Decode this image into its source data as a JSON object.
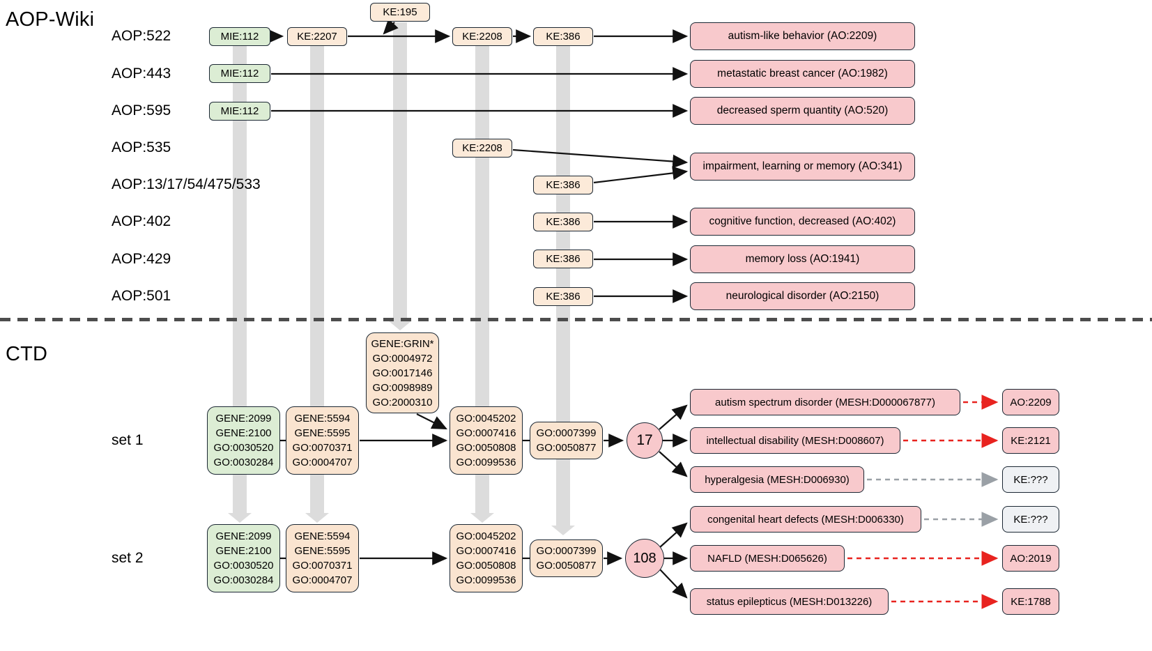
{
  "titles": {
    "top": "AOP-Wiki",
    "bottom": "CTD"
  },
  "colors": {
    "mie-green": "#dcedd4",
    "ke-cream": "#fcead9",
    "set-cream": "#fae4d0",
    "ao-pink": "#f8c9cc",
    "unknown-fill": "#eff1f4",
    "band-gray": "#dcdcdc",
    "link-red": "#e8231f",
    "link-gray": "#9aa0a6",
    "border-dark": "#1b2733"
  },
  "aop": {
    "row_labels": [
      "AOP:522",
      "AOP:443",
      "AOP:595",
      "AOP:535",
      "AOP:13/17/54/475/533",
      "AOP:402",
      "AOP:429",
      "AOP:501"
    ],
    "ke_top": "KE:195",
    "rows": [
      {
        "nodes": [
          "MIE:112",
          "KE:2207",
          "KE:2208",
          "KE:386"
        ],
        "outcome": "autism-like behavior (AO:2209)"
      },
      {
        "nodes": [
          "MIE:112"
        ],
        "outcome": "metastatic breast cancer (AO:1982)"
      },
      {
        "nodes": [
          "MIE:112"
        ],
        "outcome": "decreased sperm quantity (AO:520)"
      },
      {
        "nodes": [
          "KE:2208"
        ],
        "outcome": "impairment, learning or memory (AO:341)"
      },
      {
        "nodes": [
          "KE:386"
        ]
      },
      {
        "nodes": [
          "KE:386"
        ],
        "outcome": "cognitive function, decreased (AO:402)"
      },
      {
        "nodes": [
          "KE:386"
        ],
        "outcome": "memory loss (AO:1941)"
      },
      {
        "nodes": [
          "KE:386"
        ],
        "outcome": "neurological disorder (AO:2150)"
      }
    ]
  },
  "ctd": {
    "grin_box": [
      "GENE:GRIN*",
      "GO:0004972",
      "GO:0017146",
      "GO:0098989",
      "GO:2000310"
    ],
    "sets": [
      {
        "label": "set 1",
        "count": "17",
        "genes_a": [
          "GENE:2099",
          "GENE:2100",
          "GO:0030520",
          "GO:0030284"
        ],
        "genes_b": [
          "GENE:5594",
          "GENE:5595",
          "GO:0070371",
          "GO:0004707"
        ],
        "go_a": [
          "GO:0045202",
          "GO:0007416",
          "GO:0050808",
          "GO:0099536"
        ],
        "go_b": [
          "GO:0007399",
          "GO:0050877"
        ],
        "diseases": [
          {
            "label": "autism spectrum disorder (MESH:D000067877)",
            "target": "AO:2209",
            "link": "red"
          },
          {
            "label": "intellectual disability (MESH:D008607)",
            "target": "KE:2121",
            "link": "red"
          },
          {
            "label": "hyperalgesia (MESH:D006930)",
            "target": "KE:???",
            "link": "gray"
          }
        ]
      },
      {
        "label": "set 2",
        "count": "108",
        "genes_a": [
          "GENE:2099",
          "GENE:2100",
          "GO:0030520",
          "GO:0030284"
        ],
        "genes_b": [
          "GENE:5594",
          "GENE:5595",
          "GO:0070371",
          "GO:0004707"
        ],
        "go_a": [
          "GO:0045202",
          "GO:0007416",
          "GO:0050808",
          "GO:0099536"
        ],
        "go_b": [
          "GO:0007399",
          "GO:0050877"
        ],
        "diseases": [
          {
            "label": "congenital heart defects (MESH:D006330)",
            "target": "KE:???",
            "link": "gray"
          },
          {
            "label": "NAFLD (MESH:D065626)",
            "target": "AO:2019",
            "link": "red"
          },
          {
            "label": "status epilepticus (MESH:D013226)",
            "target": "KE:1788",
            "link": "red"
          }
        ]
      }
    ]
  }
}
